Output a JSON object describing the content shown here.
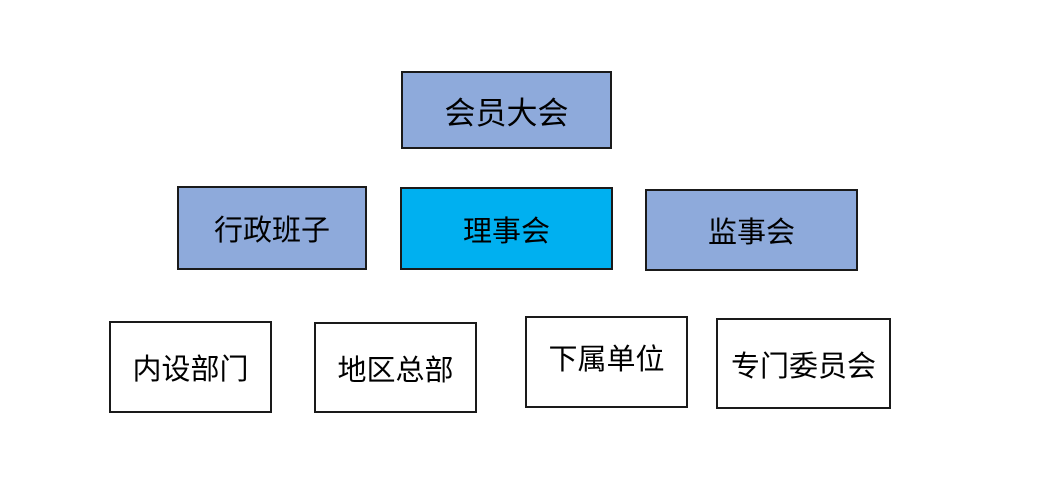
{
  "colors": {
    "level_blue": "#8eaadb",
    "highlight_cyan": "#00b0f0",
    "plain": "#ffffff",
    "border": "#1a1a1a"
  },
  "diagram": {
    "top": {
      "label": "会员大会",
      "fill": "#8eaadb"
    },
    "level2": [
      {
        "label": "行政班子",
        "fill": "#8eaadb"
      },
      {
        "label": "理事会",
        "fill": "#00b0f0"
      },
      {
        "label": "监事会",
        "fill": "#8eaadb"
      }
    ],
    "level3": [
      {
        "label": "内设部门",
        "fill": "#ffffff"
      },
      {
        "label": "地区总部",
        "fill": "#ffffff"
      },
      {
        "label": "下属单位",
        "fill": "#ffffff"
      },
      {
        "label": "专门委员会",
        "fill": "#ffffff"
      }
    ]
  }
}
